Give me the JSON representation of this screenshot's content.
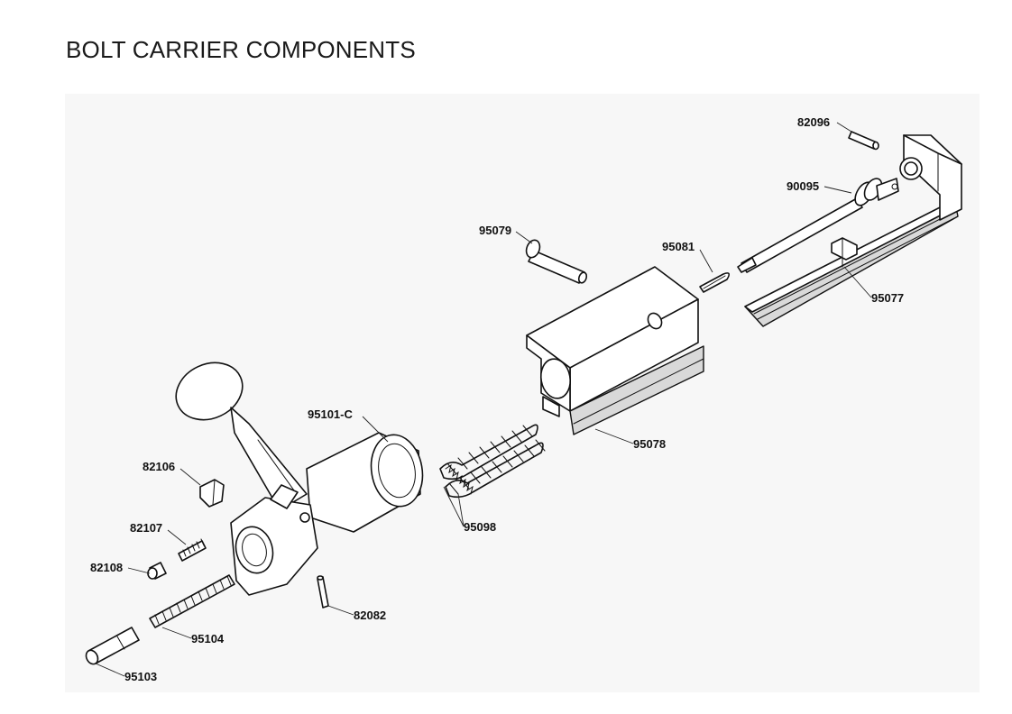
{
  "title": "BOLT CARRIER COMPONENTS",
  "parts": [
    {
      "id": "82096",
      "label": "82096"
    },
    {
      "id": "90095",
      "label": "90095"
    },
    {
      "id": "95079",
      "label": "95079"
    },
    {
      "id": "95081",
      "label": "95081"
    },
    {
      "id": "95077",
      "label": "95077"
    },
    {
      "id": "95101-C",
      "label": "95101-C"
    },
    {
      "id": "95078",
      "label": "95078"
    },
    {
      "id": "82106",
      "label": "82106"
    },
    {
      "id": "95098",
      "label": "95098"
    },
    {
      "id": "82107",
      "label": "82107"
    },
    {
      "id": "82108",
      "label": "82108"
    },
    {
      "id": "82082",
      "label": "82082"
    },
    {
      "id": "95104",
      "label": "95104"
    },
    {
      "id": "95103",
      "label": "95103"
    }
  ]
}
